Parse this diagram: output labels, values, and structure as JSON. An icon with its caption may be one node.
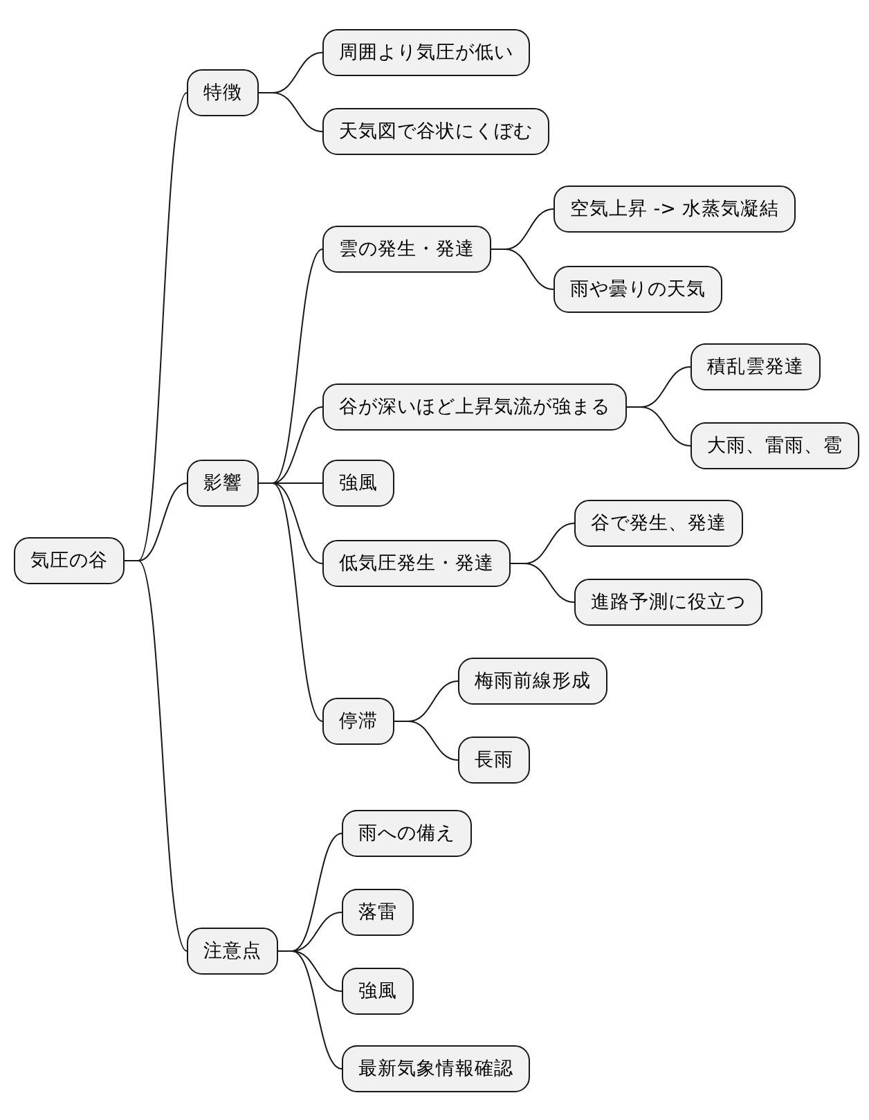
{
  "diagram": {
    "nodes": [
      {
        "text": [
          "気圧の谷"
        ]
      },
      {
        "text": [
          "特徴"
        ]
      },
      {
        "text": [
          "周囲より気圧が低い"
        ]
      },
      {
        "text": [
          "天気図で谷状にくぼむ"
        ]
      },
      {
        "text": [
          "影響"
        ]
      },
      {
        "text": [
          "雲の発生・発達"
        ]
      },
      {
        "text": [
          "空気上昇 -> 水蒸気凝結"
        ]
      },
      {
        "text": [
          "雨や曇りの天気"
        ]
      },
      {
        "text": [
          "谷が深いほど上昇気流が強まる"
        ]
      },
      {
        "text": [
          "積乱雲発達"
        ]
      },
      {
        "text": [
          "大雨、雷雨、雹"
        ]
      },
      {
        "text": [
          "強風"
        ]
      },
      {
        "text": [
          "低気圧発生・発達"
        ]
      },
      {
        "text": [
          "谷で発生、発達"
        ]
      },
      {
        "text": [
          "進路予測に役立つ"
        ]
      },
      {
        "text": [
          "停滞"
        ]
      },
      {
        "text": [
          "梅雨前線形成"
        ]
      },
      {
        "text": [
          "長雨"
        ]
      },
      {
        "text": [
          "注意点"
        ]
      },
      {
        "text": [
          "雨への備え"
        ]
      },
      {
        "text": [
          "落雷"
        ]
      },
      {
        "text": [
          "強風"
        ]
      },
      {
        "text": [
          "最新気象情報確認"
        ]
      }
    ],
    "edges": [
      {
        "from": 0,
        "to": 1,
        "arrow": "none"
      },
      {
        "from": 1,
        "to": 2,
        "arrow": "none"
      },
      {
        "from": 1,
        "to": 3,
        "arrow": "none"
      },
      {
        "from": 0,
        "to": 4,
        "arrow": "none"
      },
      {
        "from": 4,
        "to": 5,
        "arrow": "none"
      },
      {
        "from": 5,
        "to": 6,
        "arrow": "none"
      },
      {
        "from": 5,
        "to": 7,
        "arrow": "none"
      },
      {
        "from": 4,
        "to": 8,
        "arrow": "none"
      },
      {
        "from": 8,
        "to": 9,
        "arrow": "none"
      },
      {
        "from": 8,
        "to": 10,
        "arrow": "none"
      },
      {
        "from": 4,
        "to": 11,
        "arrow": "none"
      },
      {
        "from": 4,
        "to": 12,
        "arrow": "none"
      },
      {
        "from": 12,
        "to": 13,
        "arrow": "none"
      },
      {
        "from": 12,
        "to": 14,
        "arrow": "none"
      },
      {
        "from": 4,
        "to": 15,
        "arrow": "none"
      },
      {
        "from": 15,
        "to": 16,
        "arrow": "none"
      },
      {
        "from": 15,
        "to": 17,
        "arrow": "none"
      },
      {
        "from": 0,
        "to": 18,
        "arrow": "none"
      },
      {
        "from": 18,
        "to": 19,
        "arrow": "none"
      },
      {
        "from": 18,
        "to": 20,
        "arrow": "none"
      },
      {
        "from": 18,
        "to": 21,
        "arrow": "none"
      },
      {
        "from": 18,
        "to": 22,
        "arrow": "none"
      }
    ]
  }
}
